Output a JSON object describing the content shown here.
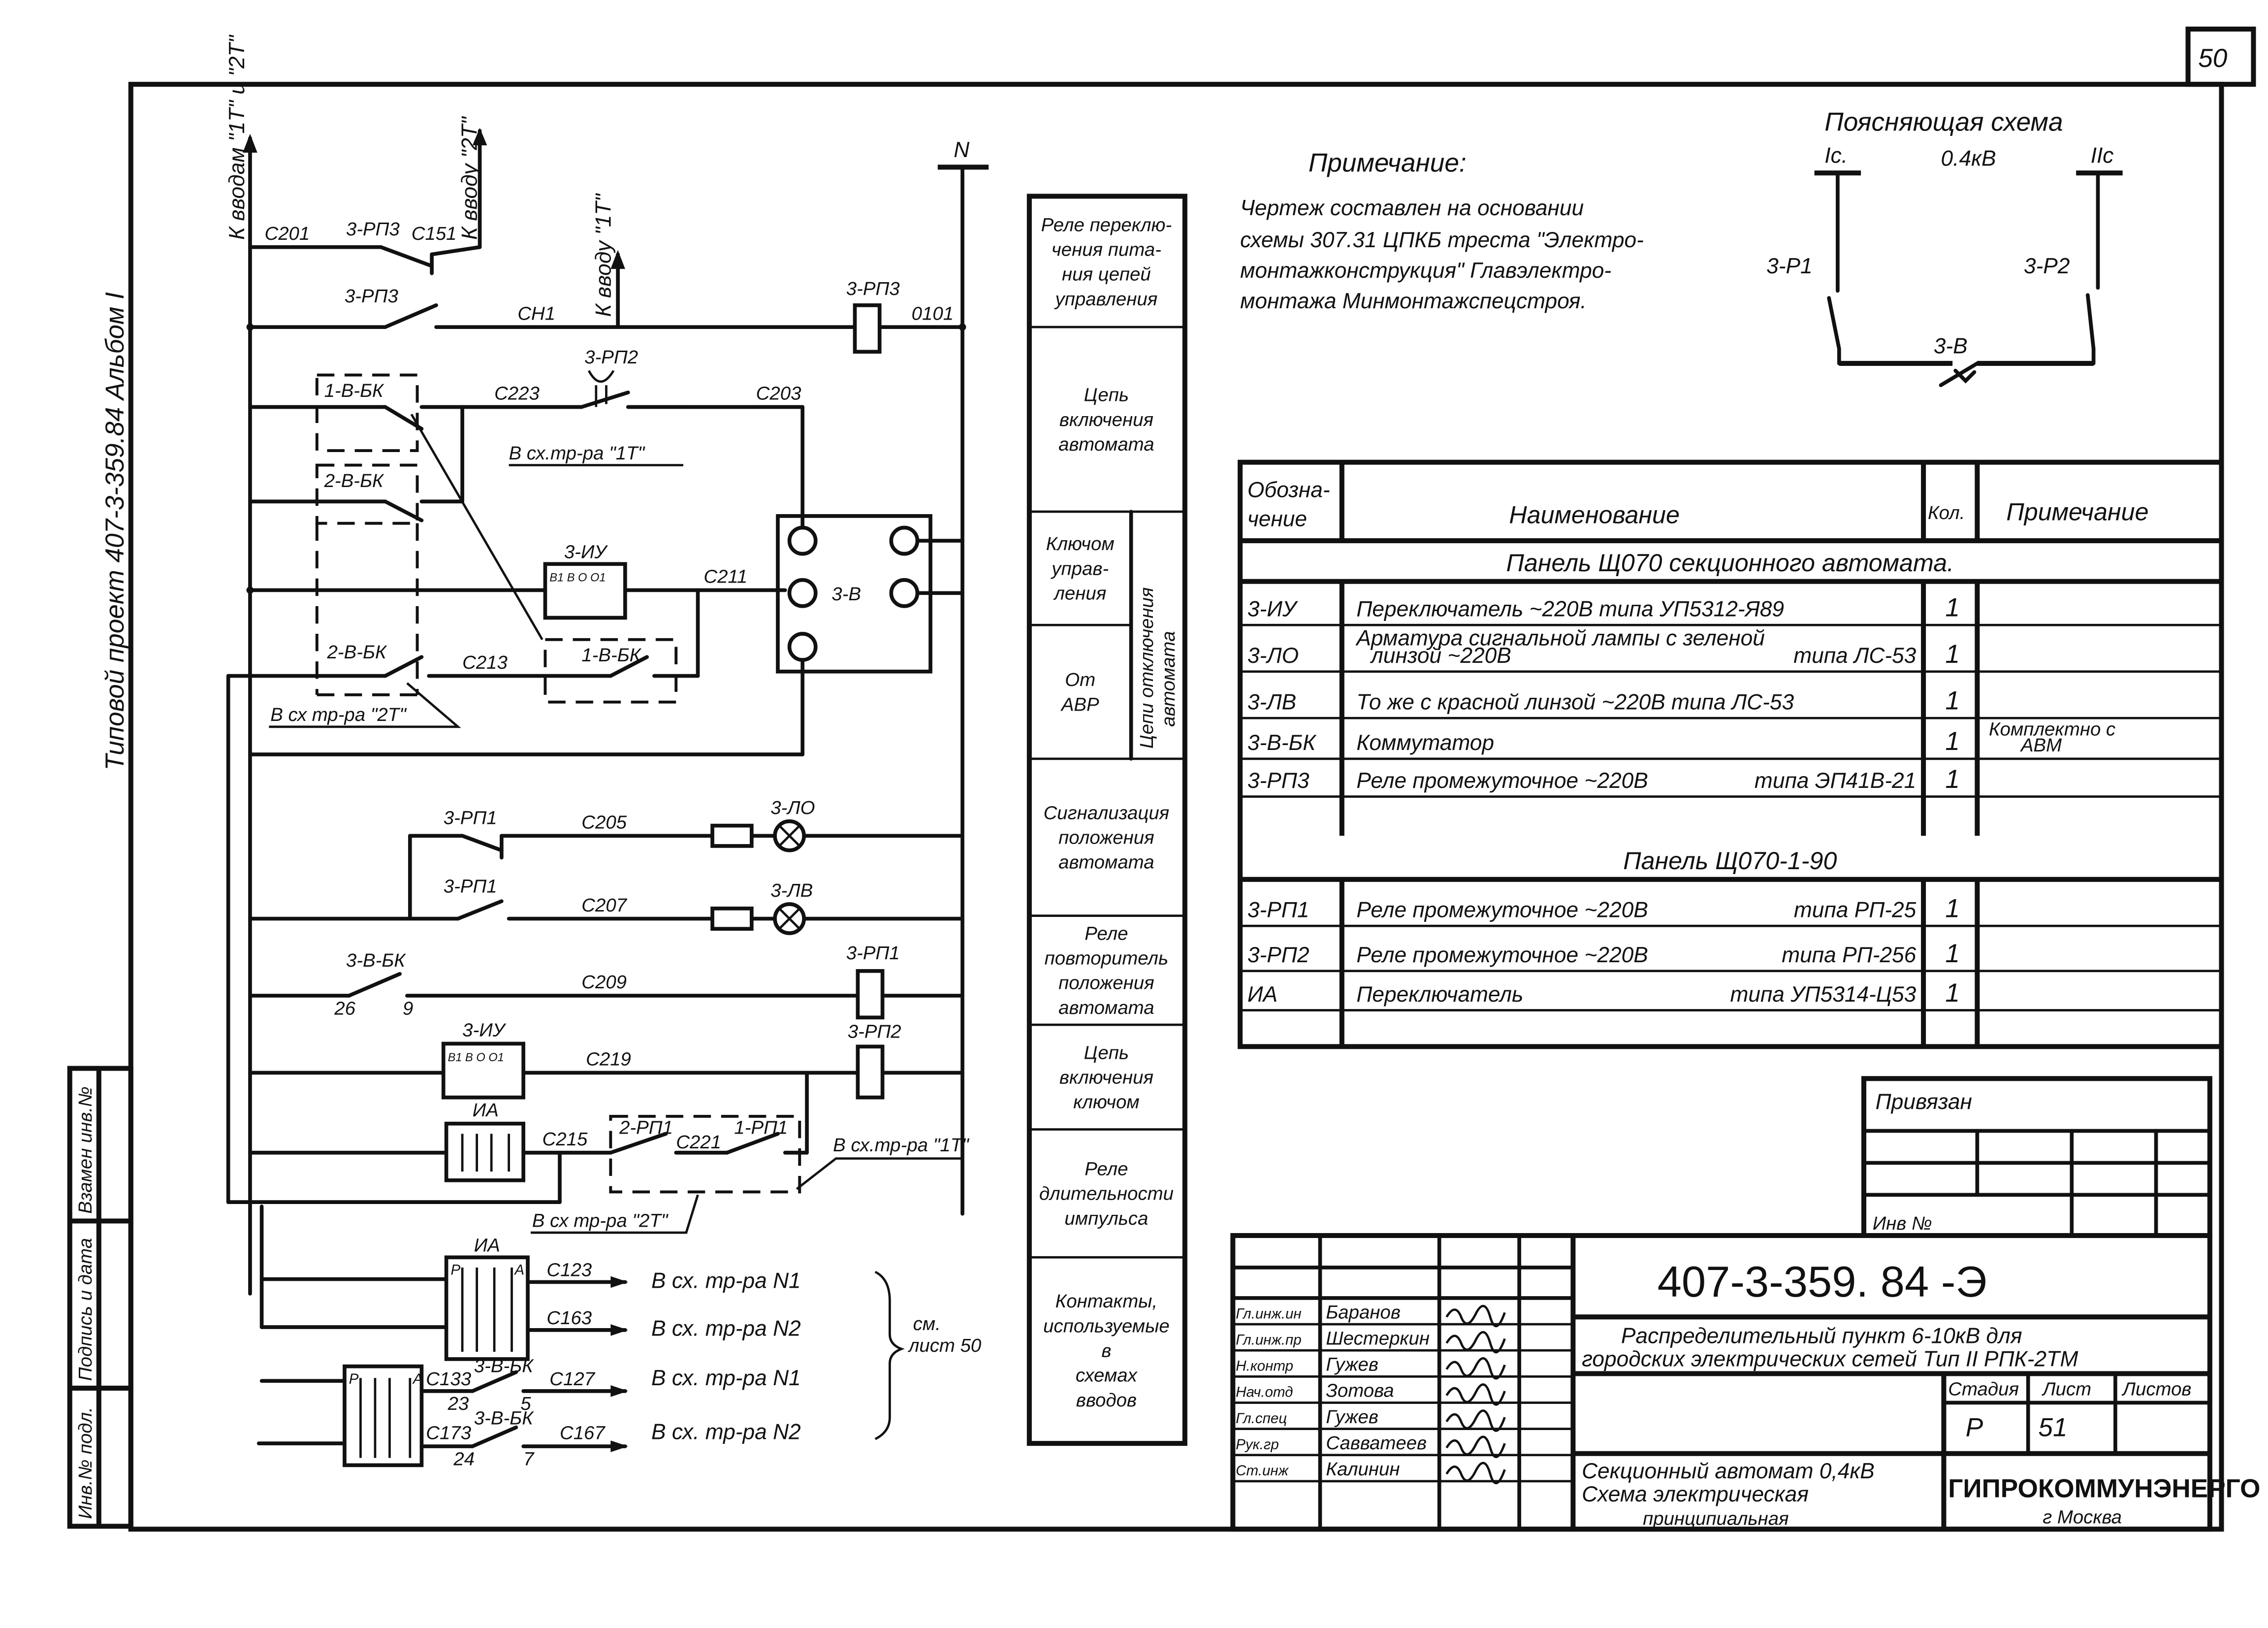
{
  "sheet_number": "50",
  "margin": {
    "project": "Типовой проект  407-3-359.84  Альбом I",
    "stamp": [
      "Взамен инв.№",
      "Подпись и дата",
      "Инв.№ подл."
    ]
  },
  "schematic": {
    "to_inputs": "К вводам \"1Т\" и \"2Т\"",
    "to_input_2t": "К вводу \"2Т\"",
    "to_input_1t": "К вводу \"1Т\"",
    "neutral": "N",
    "c201": "С201",
    "rp3": "3-РП3",
    "c151": "С151",
    "ch1": "СН1",
    "c0101": "0101",
    "rp2": "3-РП2",
    "c223": "С223",
    "c203": "С203",
    "vbk1": "1-В-БК",
    "vbk2": "2-В-БК",
    "iu": "3-ИУ",
    "iu_contacts": "В1 В О О1",
    "c211": "С211",
    "breaker": "3-В",
    "c213": "С213",
    "to_1t": "В сх.тр-ра \"1Т\"",
    "to_2t": "В сх тр-ра \"2Т\"",
    "rp1": "3-РП1",
    "c205": "С205",
    "lo": "3-ЛО",
    "c207": "С207",
    "lv": "3-ЛВ",
    "vbk3": "3-В-БК",
    "n26": "26",
    "n9": "9",
    "c209": "С209",
    "c219": "С219",
    "ia": "ИА",
    "ia_p": "Р",
    "ia_a": "А",
    "c215": "С215",
    "rp1_2": "2-РП1",
    "c221": "С221",
    "rp1_1": "1-РП1",
    "c123": "С123",
    "c163": "С163",
    "c133": "С133",
    "c127": "С127",
    "c173": "С173",
    "c167": "С167",
    "n23": "23",
    "n5": "5",
    "n24": "24",
    "n7": "7",
    "tr1": "В сх. тр-ра N1",
    "tr2": "В сх. тр-ра N2",
    "see": "см.",
    "see_sheet": "лист 50"
  },
  "function_column": [
    [
      "Реле переклю-",
      "чения пита-",
      "ния цепей",
      "управления"
    ],
    [
      "Цепь",
      "включения",
      "автомата"
    ],
    [
      "Ключом",
      "управ-",
      "ления"
    ],
    [
      "От",
      "АВР"
    ],
    [
      "Сигнализация",
      "положения",
      "автомата"
    ],
    [
      "Реле",
      "повторитель",
      "положения",
      "автомата"
    ],
    [
      "Цепь",
      "включения",
      "ключом"
    ],
    [
      "Реле",
      "длительности",
      "импульса"
    ],
    [
      "Контакты,",
      "используемые",
      "в",
      "схемах",
      "вводов"
    ]
  ],
  "function_column_side": [
    "Цепи отключения",
    "автомата"
  ],
  "note": {
    "title": "Примечание:",
    "lines": [
      "Чертеж составлен на основании",
      "схемы 307.31 ЦПКБ треста \"Электро-",
      "монтажконструкция\" Главэлектро-",
      "монтажа Минмонтажспецстроя."
    ]
  },
  "explanatory": {
    "title": "Поясняющая схема",
    "bus1": "Iс.",
    "voltage": "0.4кВ",
    "bus2": "IIс",
    "sw1": "3-Р1",
    "sw2": "3-Р2",
    "breaker": "3-В"
  },
  "spec_table": {
    "headers": [
      "Обозна-",
      "чение",
      "Наименование",
      "Кол.",
      "Примечание"
    ],
    "sections": [
      {
        "title": "Панель Щ070 секционного автомата.",
        "rows": [
          {
            "designation": "3-ИУ",
            "name": "Переключатель ~220В типа УП5312-Я89",
            "type": "",
            "qty": "1",
            "note": ""
          },
          {
            "designation": "3-ЛО",
            "name": "Арматура сигнальной лампы с зеленой",
            "name2": "линзой ~220В",
            "type": "типа ЛС-53",
            "qty": "1",
            "note": ""
          },
          {
            "designation": "3-ЛВ",
            "name": "То же с красной линзой ~220В типа ЛС-53",
            "type": "",
            "qty": "1",
            "note": ""
          },
          {
            "designation": "3-В-БК",
            "name": "Коммутатор",
            "type": "",
            "qty": "1",
            "note": "Комплектно с",
            "note2": "АВМ"
          },
          {
            "designation": "3-РП3",
            "name": "Реле промежуточное ~220В",
            "type": "типа ЭП41В-21",
            "qty": "1",
            "note": ""
          }
        ]
      },
      {
        "title": "Панель Щ070-1-90",
        "rows": [
          {
            "designation": "3-РП1",
            "name": "Реле промежуточное ~220В",
            "type": "типа РП-25",
            "qty": "1",
            "note": ""
          },
          {
            "designation": "3-РП2",
            "name": "Реле промежуточное ~220В",
            "type": "типа РП-256",
            "qty": "1",
            "note": ""
          },
          {
            "designation": "ИА",
            "name": "Переключатель",
            "type": "типа УП5314-Ц53",
            "qty": "1",
            "note": ""
          }
        ]
      }
    ]
  },
  "binding_block": {
    "title": "Привязан",
    "inv": "Инв №"
  },
  "title_block": {
    "doc_number": "407-3-359. 84 -Э",
    "project_line1": "Распределительный пункт 6-10кВ для",
    "project_line2": "городских электрических сетей Тип II РПК-2ТМ",
    "sheet_title_line1": "Секционный автомат 0,4кВ",
    "sheet_title_line2": "Схема электрическая",
    "sheet_title_line3": "принципиальная",
    "stage_label": "Стадия",
    "sheet_label": "Лист",
    "sheets_label": "Листов",
    "stage": "Р",
    "sheet": "51",
    "sheets": "",
    "organization": "ГИПРОКОММУНЭНЕРГО",
    "city": "г Москва",
    "staff": [
      {
        "role": "Гл.инж.ин",
        "name": "Баранов"
      },
      {
        "role": "Гл.инж.пр",
        "name": "Шестеркин"
      },
      {
        "role": "Н.контр",
        "name": "Гужев"
      },
      {
        "role": "Нач.отд",
        "name": "Зотова"
      },
      {
        "role": "Гл.спец",
        "name": "Гужев"
      },
      {
        "role": "Рук.гр",
        "name": "Савватеев"
      },
      {
        "role": "Ст.инж",
        "name": "Калинин"
      }
    ]
  }
}
